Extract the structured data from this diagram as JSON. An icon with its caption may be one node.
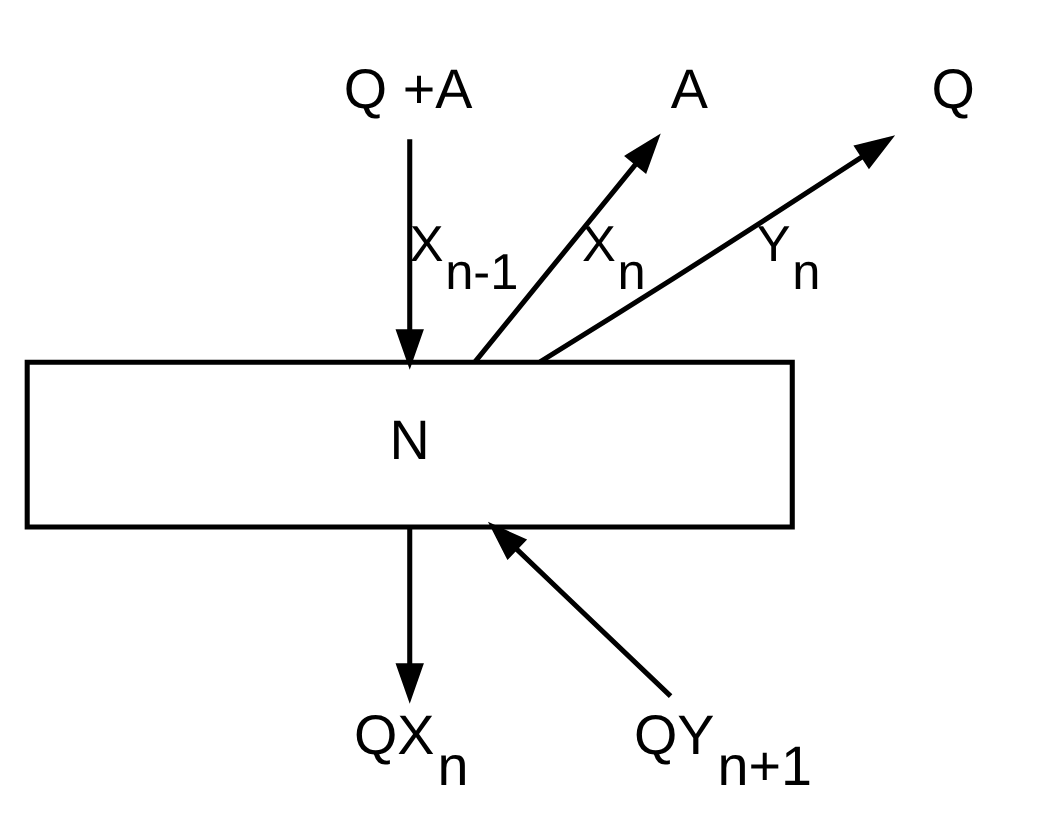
{
  "diagram": {
    "nodes": [
      {
        "text": [
          "Q +A"
        ]
      },
      {
        "text": [
          "A"
        ]
      },
      {
        "text": [
          "Q"
        ]
      },
      {
        "text": [
          "N"
        ]
      },
      {
        "text": [
          "QX$_{n}$"
        ]
      },
      {
        "text": [
          "QY$_{n+1}$"
        ]
      }
    ],
    "edges": [
      {
        "from": 0,
        "to": 3,
        "arrow": "to",
        "label": "X$_{n-1}$"
      },
      {
        "from": 3,
        "to": 1,
        "arrow": "to",
        "label": "X$_{n}$"
      },
      {
        "from": 3,
        "to": 2,
        "arrow": "to",
        "label": "Y$_{n}$"
      },
      {
        "from": 3,
        "to": 4,
        "arrow": "to"
      },
      {
        "from": 5,
        "to": 3,
        "arrow": "to"
      }
    ]
  }
}
